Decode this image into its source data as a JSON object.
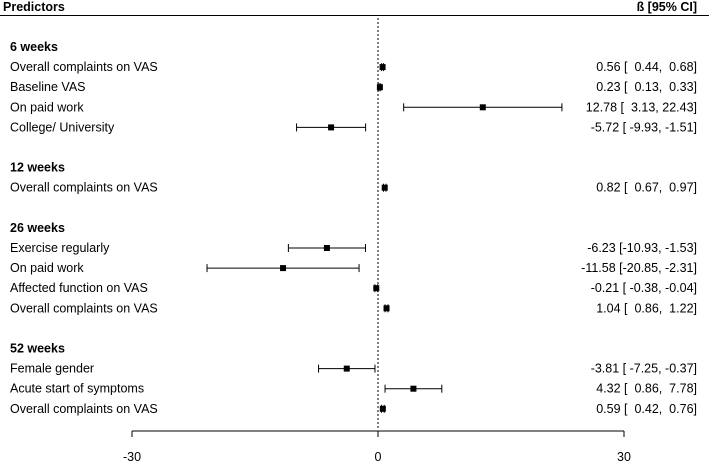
{
  "chart_data": {
    "type": "forest",
    "header": {
      "left": "Predictors",
      "right": "ß [95% CI]"
    },
    "xlim": [
      -30,
      30
    ],
    "ticks": [
      -30,
      0,
      30
    ],
    "tick_labels": [
      "-30",
      "0",
      "30"
    ],
    "reference_line": 0,
    "groups": [
      {
        "title": "6 weeks",
        "rows": [
          {
            "label": "Overall complaints on VAS",
            "estimate": 0.56,
            "lower": 0.44,
            "upper": 0.68,
            "ci_text": "0.56 [  0.44,  0.68]"
          },
          {
            "label": "Baseline VAS",
            "estimate": 0.23,
            "lower": 0.13,
            "upper": 0.33,
            "ci_text": "0.23 [  0.13,  0.33]"
          },
          {
            "label": "On paid work",
            "estimate": 12.78,
            "lower": 3.13,
            "upper": 22.43,
            "ci_text": "12.78 [  3.13, 22.43]"
          },
          {
            "label": "College/ University",
            "estimate": -5.72,
            "lower": -9.93,
            "upper": -1.51,
            "ci_text": "-5.72 [ -9.93, -1.51]"
          }
        ]
      },
      {
        "title": "12 weeks",
        "rows": [
          {
            "label": "Overall complaints on VAS",
            "estimate": 0.82,
            "lower": 0.67,
            "upper": 0.97,
            "ci_text": "0.82 [  0.67,  0.97]"
          }
        ]
      },
      {
        "title": "26 weeks",
        "rows": [
          {
            "label": "Exercise regularly",
            "estimate": -6.23,
            "lower": -10.93,
            "upper": -1.53,
            "ci_text": "-6.23 [-10.93, -1.53]"
          },
          {
            "label": "On paid work",
            "estimate": -11.58,
            "lower": -20.85,
            "upper": -2.31,
            "ci_text": "-11.58 [-20.85, -2.31]"
          },
          {
            "label": "Affected function on VAS",
            "estimate": -0.21,
            "lower": -0.38,
            "upper": -0.04,
            "ci_text": "-0.21 [ -0.38, -0.04]"
          },
          {
            "label": "Overall complaints on VAS",
            "estimate": 1.04,
            "lower": 0.86,
            "upper": 1.22,
            "ci_text": "1.04 [  0.86,  1.22]"
          }
        ]
      },
      {
        "title": "52 weeks",
        "rows": [
          {
            "label": "Female gender",
            "estimate": -3.81,
            "lower": -7.25,
            "upper": -0.37,
            "ci_text": "-3.81 [ -7.25, -0.37]"
          },
          {
            "label": "Acute start of symptoms",
            "estimate": 4.32,
            "lower": 0.86,
            "upper": 7.78,
            "ci_text": "4.32 [  0.86,  7.78]"
          },
          {
            "label": "Overall complaints on VAS",
            "estimate": 0.59,
            "lower": 0.42,
            "upper": 0.76,
            "ci_text": "0.59 [  0.42,  0.76]"
          }
        ]
      }
    ]
  }
}
